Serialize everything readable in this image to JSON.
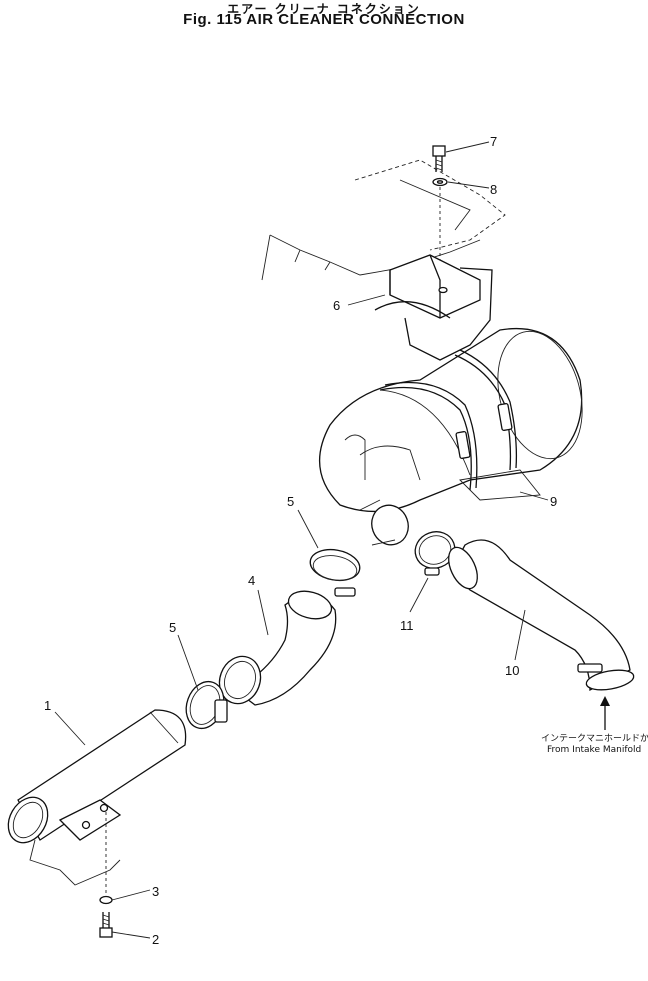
{
  "title": {
    "japanese": "エアー クリーナ コネクション",
    "english": "Fig. 115  AIR CLEANER CONNECTION"
  },
  "callouts": [
    "1",
    "2",
    "3",
    "4",
    "5",
    "5",
    "6",
    "7",
    "8",
    "9",
    "10",
    "11"
  ],
  "note": {
    "japanese": "インテークマニホールドから",
    "english": "From Intake Manifold"
  }
}
